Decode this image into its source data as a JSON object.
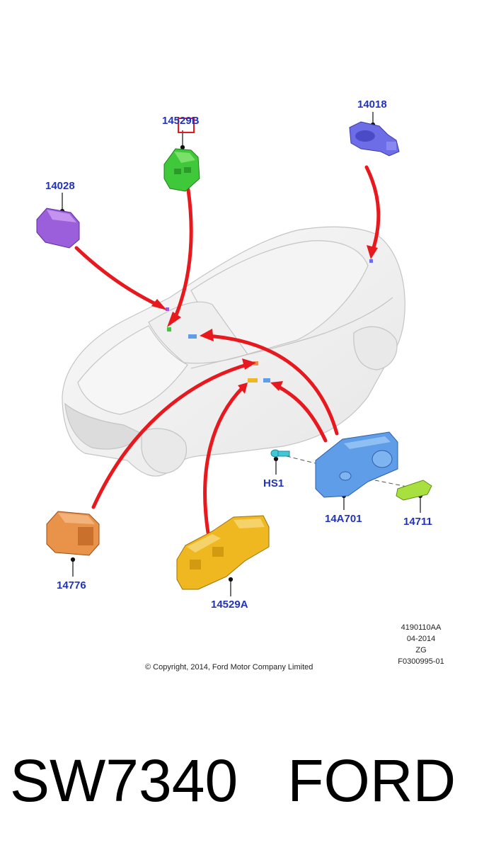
{
  "parts": [
    {
      "id": "14529B",
      "color": "#3ec83a"
    },
    {
      "id": "14018",
      "color": "#6d6de8"
    },
    {
      "id": "14028",
      "color": "#9b5fdc"
    },
    {
      "id": "HS1",
      "color": "#40c8d8"
    },
    {
      "id": "14A701",
      "color": "#5f9de8"
    },
    {
      "id": "14711",
      "color": "#a8e040"
    },
    {
      "id": "14776",
      "color": "#e8924a"
    },
    {
      "id": "14529A",
      "color": "#f0b820"
    }
  ],
  "reference": {
    "line1": "4190110AA",
    "line2": "04-2014",
    "line3": "ZG",
    "line4": "F0300995-01"
  },
  "copyright": "© Copyright, 2014, Ford Motor Company Limited",
  "caption": {
    "code": "SW7340",
    "brand": "FORD"
  },
  "colors": {
    "label": "#2233bb",
    "arrow": "#e8191e",
    "highlight_box": "#e8191e"
  }
}
